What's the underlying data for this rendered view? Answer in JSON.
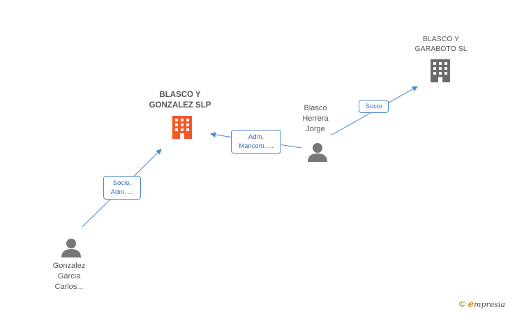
{
  "colors": {
    "edge": "#4a86d0",
    "person": "#777777",
    "company_main": "#f05a28",
    "company_other": "#6b6b6b"
  },
  "nodes": {
    "main_company": {
      "label": "BLASCO Y\nGONZALEZ SLP",
      "icon": "building-icon"
    },
    "other_company": {
      "label": "BLASCO Y\nGARABOTO SL",
      "icon": "building-icon"
    },
    "person_blasco": {
      "label": "Blasco\nHerrera\nJorge",
      "icon": "person-icon"
    },
    "person_gonzalez": {
      "label": "Gonzalez\nGarcia\nCarlos...",
      "icon": "person-icon"
    }
  },
  "edges": {
    "gonzalez_to_main": "Socio,\nAdm. ...",
    "blasco_to_main": "Adm.\nMancom.,...",
    "blasco_to_other": "Socio"
  },
  "footer": {
    "copyright_symbol": "©",
    "brand_initial": "e",
    "brand_rest": "mpresia"
  }
}
